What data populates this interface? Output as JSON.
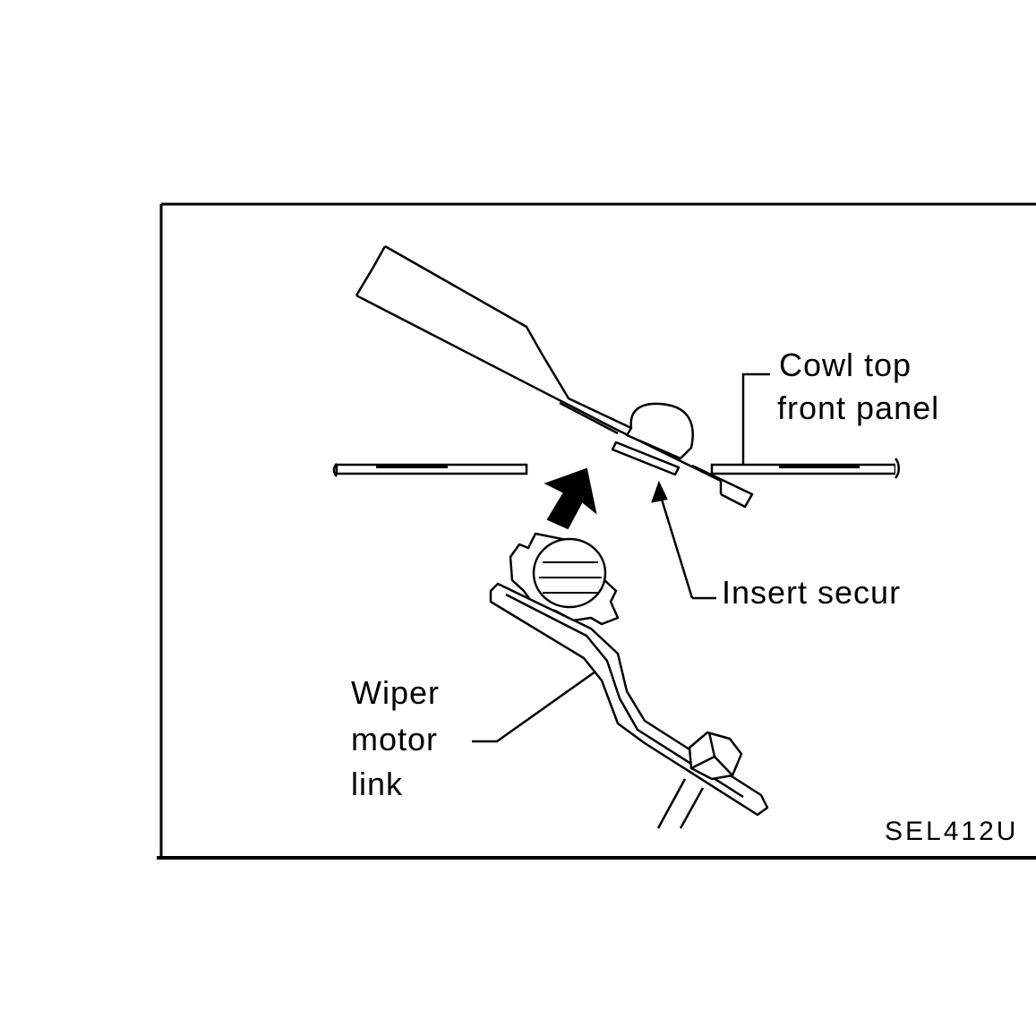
{
  "labels": {
    "cowl_top_line1": "Cowl top",
    "cowl_top_line2": "front panel",
    "insert_secur": "Insert secur",
    "wiper_line1": "Wiper",
    "wiper_line2": "motor",
    "wiper_line3": "link",
    "figure_code": "SEL412U"
  },
  "colors": {
    "ink": "#000000",
    "paper": "#ffffff"
  }
}
